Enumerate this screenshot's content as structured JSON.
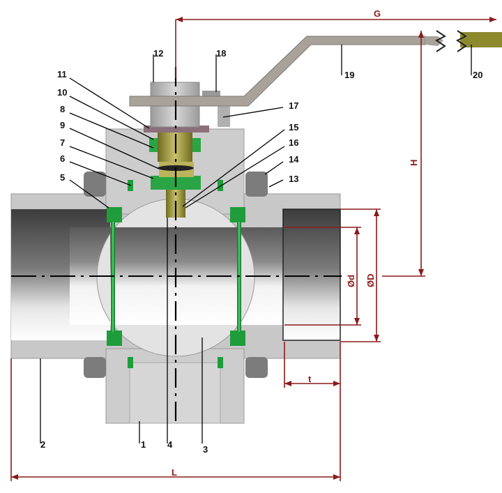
{
  "part_numbers": {
    "p1": "1",
    "p2": "2",
    "p3": "3",
    "p4": "4",
    "p5": "5",
    "p6": "6",
    "p7": "7",
    "p8": "8",
    "p9": "9",
    "p10": "10",
    "p11": "11",
    "p12": "12",
    "p13": "13",
    "p14": "14",
    "p15": "15",
    "p16": "16",
    "p17": "17",
    "p18": "18",
    "p19": "19",
    "p20": "20"
  },
  "dimensions": {
    "G": "G",
    "H": "H",
    "L": "L",
    "t": "t",
    "d": "Ød",
    "D": "ØD"
  },
  "colors": {
    "dimension": "#8b1a1a",
    "seal_green": "#1f9d3a",
    "body_grey": "#c9c9c9",
    "stem_olive": "#a7a04a",
    "handle_grip": "#8d8a2e"
  }
}
